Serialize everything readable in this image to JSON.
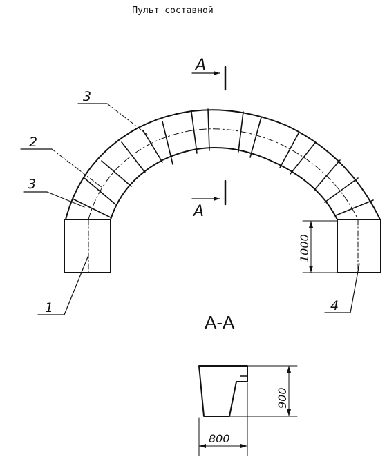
{
  "title": "Пульт составной",
  "labels": {
    "part1": "1",
    "part2": "2",
    "part3_top": "3",
    "part3_left": "3",
    "part4": "4",
    "section_top": "A",
    "section_bottom": "A",
    "section_title": "A-A"
  },
  "dimensions": {
    "pier_height": "1000",
    "section_height": "900",
    "section_width": "800"
  }
}
